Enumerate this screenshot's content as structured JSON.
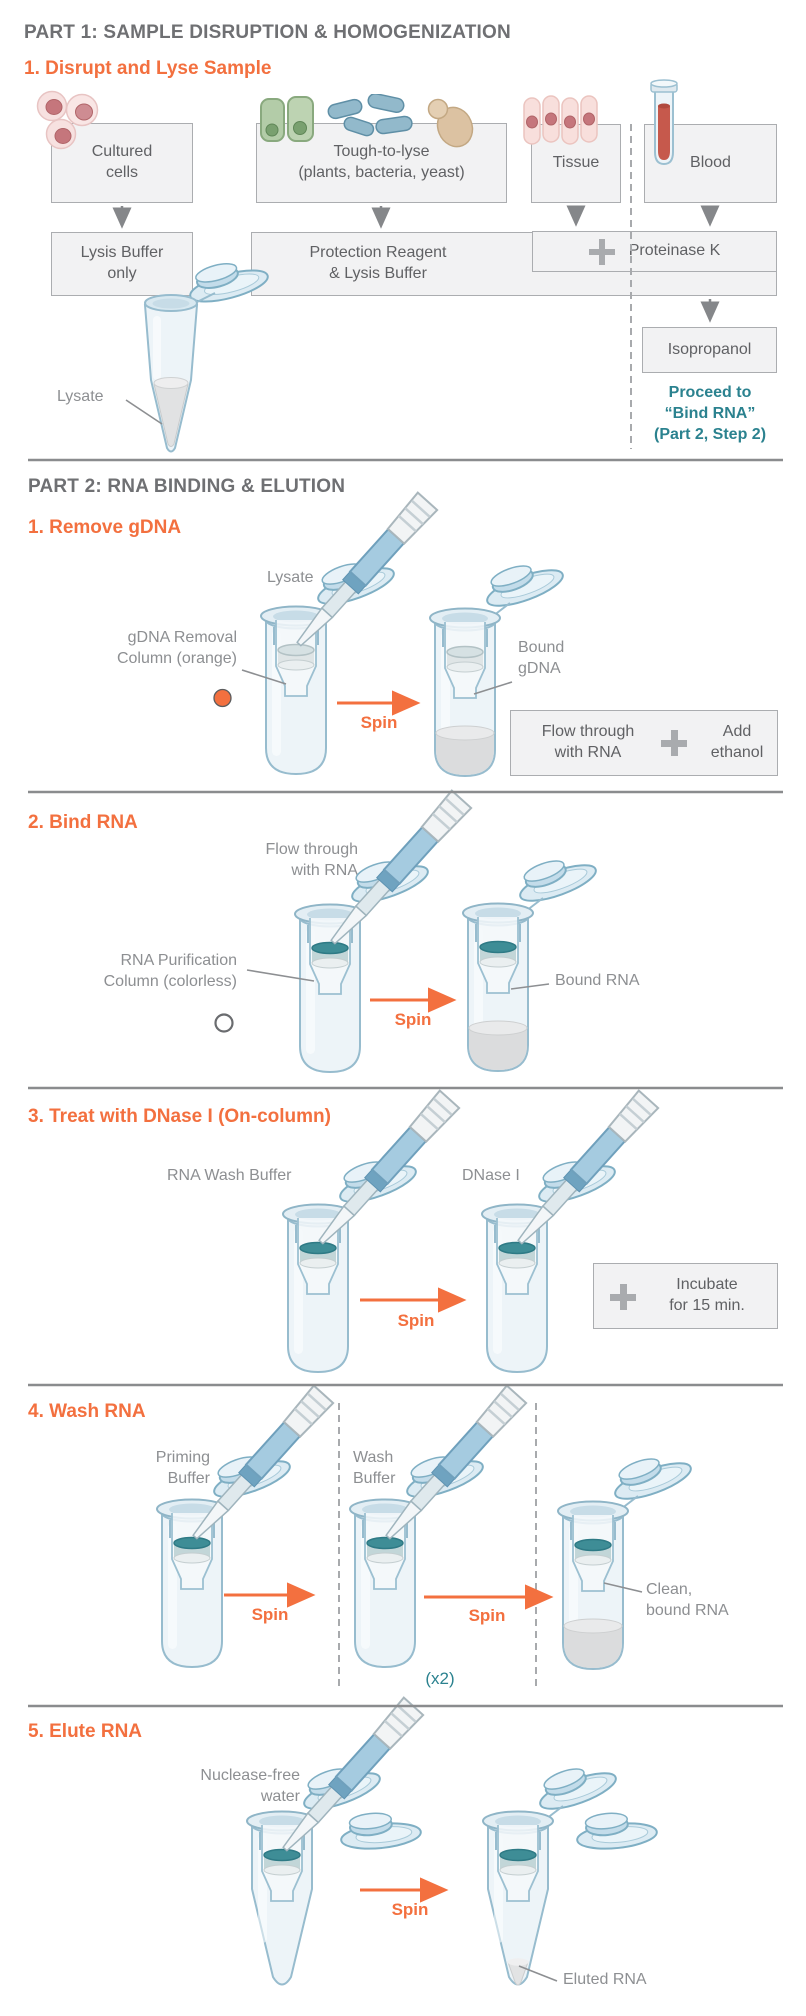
{
  "colors": {
    "orange": "#F3703F",
    "teal": "#2B828F",
    "heading_gray": "#6F7073",
    "label_gray": "#8D8F92",
    "box_background": "#F2F2F3"
  },
  "part1": {
    "title": "PART 1: SAMPLE DISRUPTION & HOMOGENIZATION",
    "step_heading": "1. Disrupt and Lyse Sample",
    "samples": {
      "cultured": [
        "Cultured",
        "cells"
      ],
      "tough": [
        "Tough-to-lyse",
        "(plants, bacteria, yeast)"
      ],
      "tissue": "Tissue",
      "blood": "Blood"
    },
    "boxes": {
      "lysis": [
        "Lysis Buffer",
        "only"
      ],
      "protection": [
        "Protection Reagent",
        "& Lysis Buffer"
      ],
      "proteinase": "Proteinase K",
      "isopropanol": "Isopropanol"
    },
    "lysate": "Lysate",
    "proceed": [
      "Proceed to",
      "“Bind RNA”",
      "(Part 2, Step 2)"
    ]
  },
  "part2": {
    "title": "PART 2: RNA BINDING & ELUTION",
    "s1": {
      "heading": "1. Remove gDNA",
      "lysate": "Lysate",
      "column": [
        "gDNA Removal",
        "Column (orange)"
      ],
      "spin": "Spin",
      "bound": [
        "Bound",
        "gDNA"
      ],
      "flow": [
        "Flow through",
        "with RNA"
      ],
      "ethanol": [
        "Add",
        "ethanol"
      ]
    },
    "s2": {
      "heading": "2. Bind RNA",
      "flow": [
        "Flow through",
        "with RNA"
      ],
      "column": [
        "RNA Purification",
        "Column (colorless)"
      ],
      "spin": "Spin",
      "bound": "Bound RNA"
    },
    "s3": {
      "heading": "3. Treat with DNase I (On-column)",
      "wash": "RNA Wash Buffer",
      "dnase": "DNase I",
      "spin": "Spin",
      "incubate": [
        "Incubate",
        "for 15 min."
      ]
    },
    "s4": {
      "heading": "4. Wash RNA",
      "priming": [
        "Priming",
        "Buffer"
      ],
      "wash": [
        "Wash",
        "Buffer"
      ],
      "spin1": "Spin",
      "spin2": "Spin",
      "x2": "(x2)",
      "clean": [
        "Clean,",
        "bound RNA"
      ]
    },
    "s5": {
      "heading": "5. Elute RNA",
      "water": [
        "Nuclease-free",
        "water"
      ],
      "spin": "Spin",
      "eluted": "Eluted RNA"
    }
  }
}
